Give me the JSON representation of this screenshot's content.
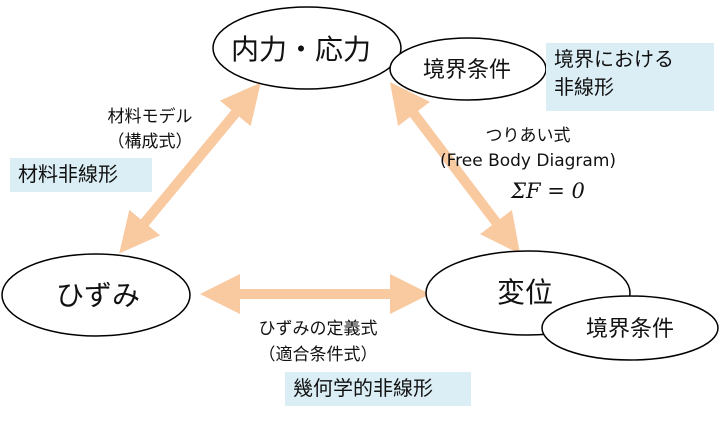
{
  "nodes": {
    "stress": "内力・応力",
    "stress_boundary": "境界条件",
    "strain": "ひずみ",
    "displacement": "変位",
    "displacement_boundary": "境界条件"
  },
  "edges": {
    "material": {
      "line1": "材料モデル",
      "line2": "（構成式）",
      "tag": "材料非線形"
    },
    "equilibrium": {
      "line1": "つりあい式",
      "line2": "(Free Body Diagram)",
      "equation": "ΣF = 0"
    },
    "compatibility": {
      "line1": "ひずみの定義式",
      "line2": "（適合条件式）",
      "tag": "幾何学的非線形"
    }
  },
  "boundary_nonlinear": {
    "line1": "境界における",
    "line2": "非線形"
  },
  "colors": {
    "arrow": "#f9c9a0",
    "tag_bg": "#dbeef5",
    "outline": "#000000"
  }
}
